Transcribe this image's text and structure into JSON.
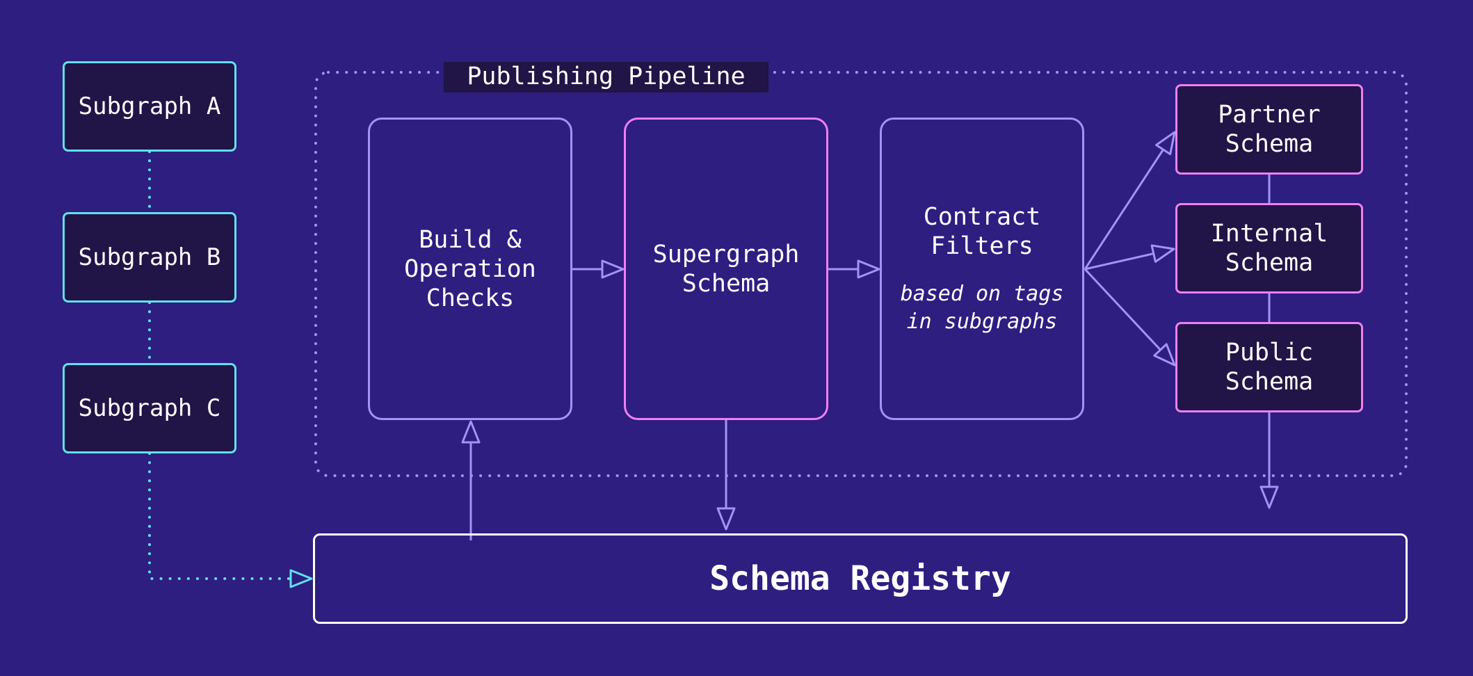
{
  "colors": {
    "background": "#2d1e80",
    "node_fill": "#211446",
    "subgraph_stroke": "#5fe1ee",
    "stage_stroke": "#a593f2",
    "schema_stroke": "#f07ff3",
    "registry_stroke": "#ffffff",
    "pipeline_outline": "#a593f2"
  },
  "pipeline": {
    "label": "Publishing Pipeline"
  },
  "subgraphs": [
    "Subgraph A",
    "Subgraph B",
    "Subgraph C"
  ],
  "stages": {
    "build": "Build &\nOperation\nChecks",
    "supergraph": "Supergraph\nSchema",
    "contract_title": "Contract\nFilters",
    "contract_note": "based on tags\nin subgraphs"
  },
  "variants": [
    "Partner\nSchema",
    "Internal\nSchema",
    "Public\nSchema"
  ],
  "registry": {
    "label": "Schema Registry"
  }
}
